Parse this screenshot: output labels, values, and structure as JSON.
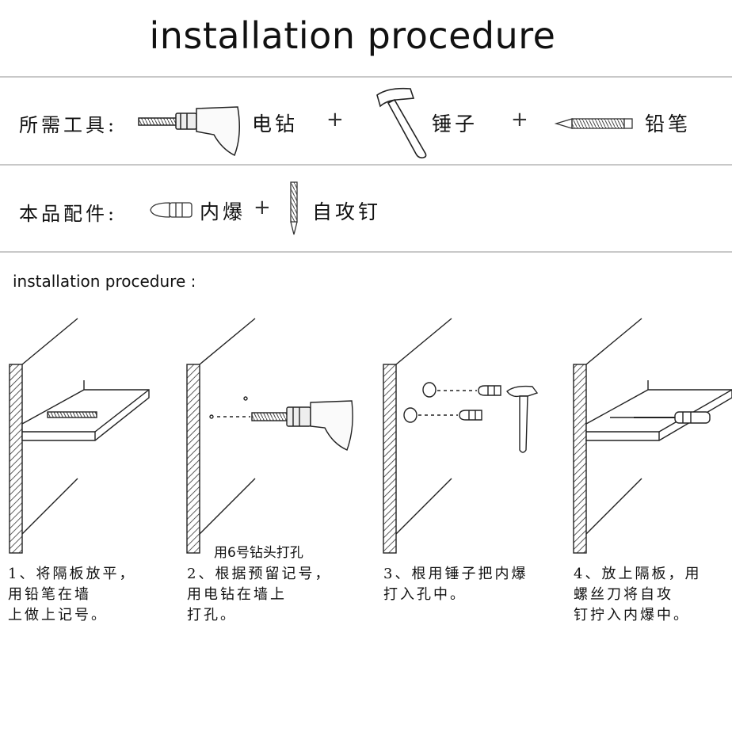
{
  "header": {
    "title": "installation procedure"
  },
  "tools_row": {
    "label": "所需工具:",
    "items": [
      {
        "icon": "drill-icon",
        "name": "电钻"
      },
      {
        "icon": "hammer-icon",
        "name": "锤子"
      },
      {
        "icon": "pencil-icon",
        "name": "铅笔"
      }
    ],
    "plus": "+"
  },
  "parts_row": {
    "label": "本品配件:",
    "items": [
      {
        "icon": "wall-plug-icon",
        "name": "内爆"
      },
      {
        "icon": "screw-icon",
        "name": "自攻钉"
      }
    ],
    "plus": "+"
  },
  "procedure": {
    "heading": "installation procedure :",
    "drill_note": "用6号钻头打孔",
    "steps": [
      {
        "lines": [
          "1、将隔板放平，",
          "   用铅笔在墙",
          "   上做上记号。"
        ]
      },
      {
        "lines": [
          "2、根据预留记号，",
          "   用电钻在墙上",
          "   打孔。"
        ]
      },
      {
        "lines": [
          "3、根用锤子把内爆",
          "   打入孔中。"
        ]
      },
      {
        "lines": [
          "4、放上隔板，用",
          "   螺丝刀将自攻",
          "   钉拧入内爆中。"
        ]
      }
    ]
  },
  "colors": {
    "rule": "#c8c8c8",
    "ink": "#111111",
    "hatch": "#333333"
  }
}
